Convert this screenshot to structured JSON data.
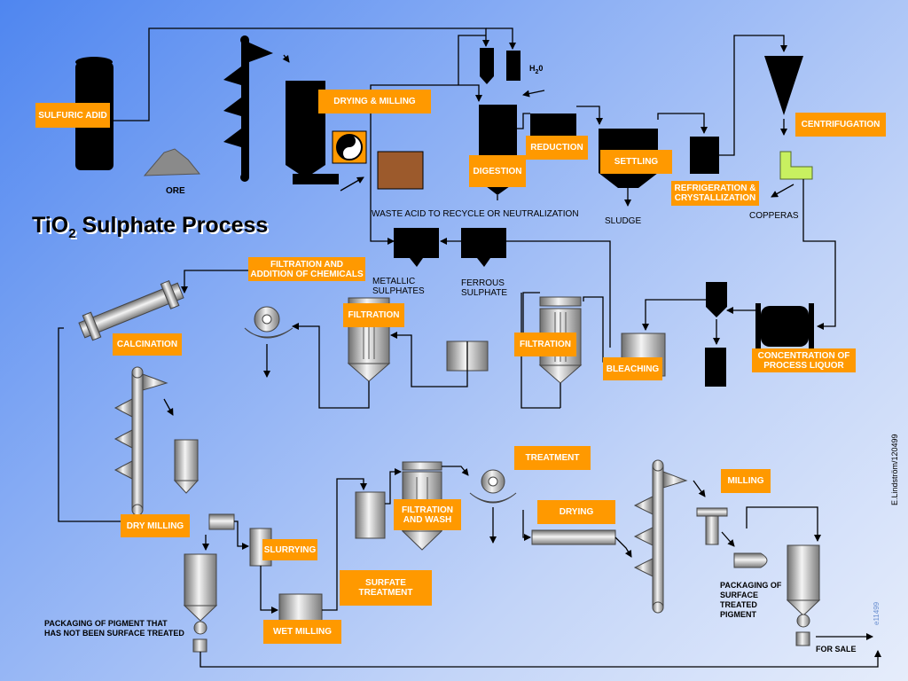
{
  "title": {
    "main": "TiO",
    "sub": "2",
    "rest": " Sulphate Process"
  },
  "labels": {
    "sulfuric_acid": "SULFURIC ADID",
    "drying_milling": "DRYING & MILLING",
    "digestion": "DIGESTION",
    "reduction": "REDUCTION",
    "settling": "SETTLING",
    "refrigeration": "REFRIGERATION & CRYSTALLIZATION",
    "centrifugation": "CENTRIFUGATION",
    "filtration_chem": "FILTRATION AND ADDITION OF CHEMICALS",
    "filtration_1": "FILTRATION",
    "filtration_2": "FILTRATION",
    "bleaching": "BLEACHING",
    "concentration": "CONCENTRATION OF PROCESS LIQUOR",
    "calcination": "CALCINATION",
    "dry_milling": "DRY MILLING",
    "slurrying": "SLURRYING",
    "wet_milling": "WET MILLING",
    "surface_treatment": "SURFATE TREATMENT",
    "filtration_wash": "FILTRATION AND WASH",
    "treatment": "TREATMENT",
    "drying": "DRYING",
    "milling": "MILLING"
  },
  "text": {
    "ore": "ORE",
    "h2o": "H",
    "h2o_sub": "2",
    "h2o_end": "0",
    "waste_acid": "WASTE ACID TO RECYCLE OR NEUTRALIZATION",
    "sludge": "SLUDGE",
    "copperas": "COPPERAS",
    "metallic_sulphates": "METALLIC SULPHATES",
    "ferrous_sulphate": "FERROUS SULPHATE",
    "packaging_untreated": "PACKAGING OF PIGMENT THAT HAS NOT BEEN SURFACE TREATED",
    "packaging_treated": "PACKAGING OF SURFACE TREATED PIGMENT",
    "for_sale": "FOR SALE",
    "credit": "E.Lindström/120499",
    "code": "e11499"
  },
  "colors": {
    "label_bg": "#ff9900",
    "label_text": "#ffffff",
    "equipment": "#000000",
    "ore": "#8a8a8a",
    "brown_box": "#9c5a2c",
    "copperas": "#c8f060"
  }
}
